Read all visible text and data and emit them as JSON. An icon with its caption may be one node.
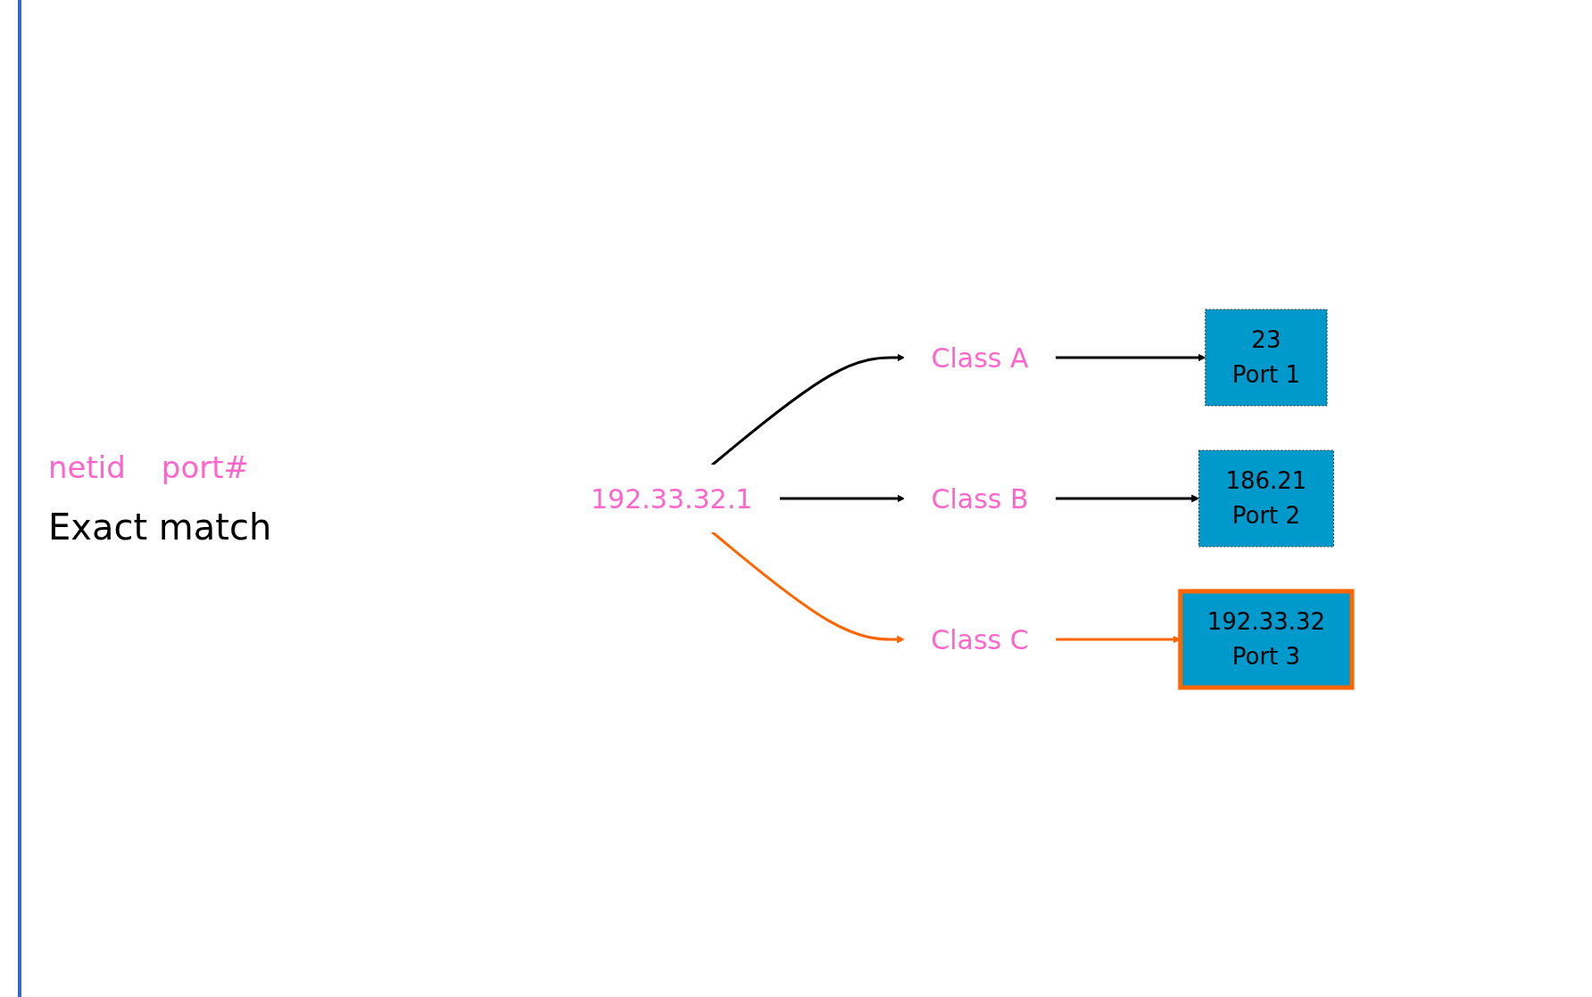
{
  "diagram": {
    "nodes": [
      {
        "text": [
          "192.33.32.1"
        ]
      },
      {
        "text": [
          "Class A"
        ]
      },
      {
        "text": [
          "Class B"
        ]
      },
      {
        "text": [
          "Class C"
        ]
      },
      {
        "text": [
          "23",
          "Port 1"
        ]
      },
      {
        "text": [
          "186.21",
          "Port 2"
        ]
      },
      {
        "text": [
          "192.33.32",
          "Port 3"
        ]
      }
    ],
    "edges": [
      {
        "from": 0,
        "to": 1,
        "arrow": "to"
      },
      {
        "from": 0,
        "to": 2,
        "arrow": "to"
      },
      {
        "from": 0,
        "to": 3,
        "arrow": "to",
        "color": "#ff6600"
      },
      {
        "from": 1,
        "to": 4,
        "arrow": "to"
      },
      {
        "from": 2,
        "to": 5,
        "arrow": "to"
      },
      {
        "from": 3,
        "to": 6,
        "arrow": "to",
        "color": "#ff6600"
      }
    ],
    "labels": [
      "netid",
      "port#",
      "Exact match"
    ]
  }
}
